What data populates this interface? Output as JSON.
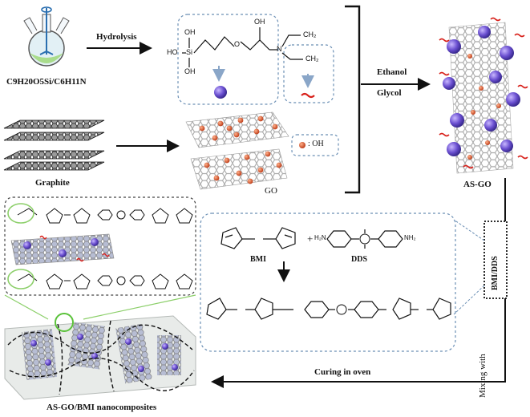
{
  "reagent_formula": "C9H20O5Si/C6H11N",
  "step_hydrolysis": "Hydrolysis",
  "step_ethanol": "Ethanol",
  "step_glycol": "Glycol",
  "label_graphite": "Graphite",
  "label_go": "GO",
  "legend_oh": ": OH",
  "label_as_go": "AS-GO",
  "label_bmi": "BMI",
  "label_dds": "DDS",
  "label_plus": "+",
  "label_mixing_with": "Mixing with",
  "label_bmi_dds": "BMI/DDS",
  "step_curing": "Curing in oven",
  "label_nanocomposites": "AS-GO/BMI nanocomposites",
  "silane": {
    "oh_top": "OH",
    "ho_left": "HO",
    "si": "Si",
    "oh_bottom": "OH",
    "oh_chain": "OH",
    "o_ether": "O",
    "n_atom": "N",
    "ch2_top": "CH₂",
    "ch2_bottom": "CH₂"
  },
  "amine": {
    "h2n": "H₂N",
    "nh2": "NH₂"
  },
  "colors": {
    "sphere": "#6a4fd0",
    "oh_dot": "#d4542a",
    "wave": "#d8201a",
    "arrow_blue": "#8aa6c8",
    "box_dash": "#6b8fb5",
    "circle_green": "#8ccf6a"
  }
}
